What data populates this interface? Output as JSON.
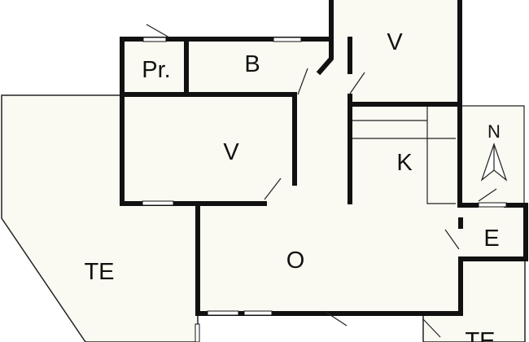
{
  "plan": {
    "colors": {
      "floor": "#fafaf2",
      "wall": "#111111",
      "thin_line": "#222222",
      "background": "#ffffff"
    },
    "rooms": [
      {
        "id": "pr",
        "label": "Pr."
      },
      {
        "id": "b",
        "label": "B"
      },
      {
        "id": "v_top",
        "label": "V"
      },
      {
        "id": "v_mid",
        "label": "V"
      },
      {
        "id": "k",
        "label": "K"
      },
      {
        "id": "o",
        "label": "O"
      },
      {
        "id": "e",
        "label": "E"
      },
      {
        "id": "te_left",
        "label": "TE"
      },
      {
        "id": "te_right",
        "label": "TE"
      }
    ],
    "compass": {
      "label": "N",
      "icon": "north-arrow-icon"
    }
  }
}
